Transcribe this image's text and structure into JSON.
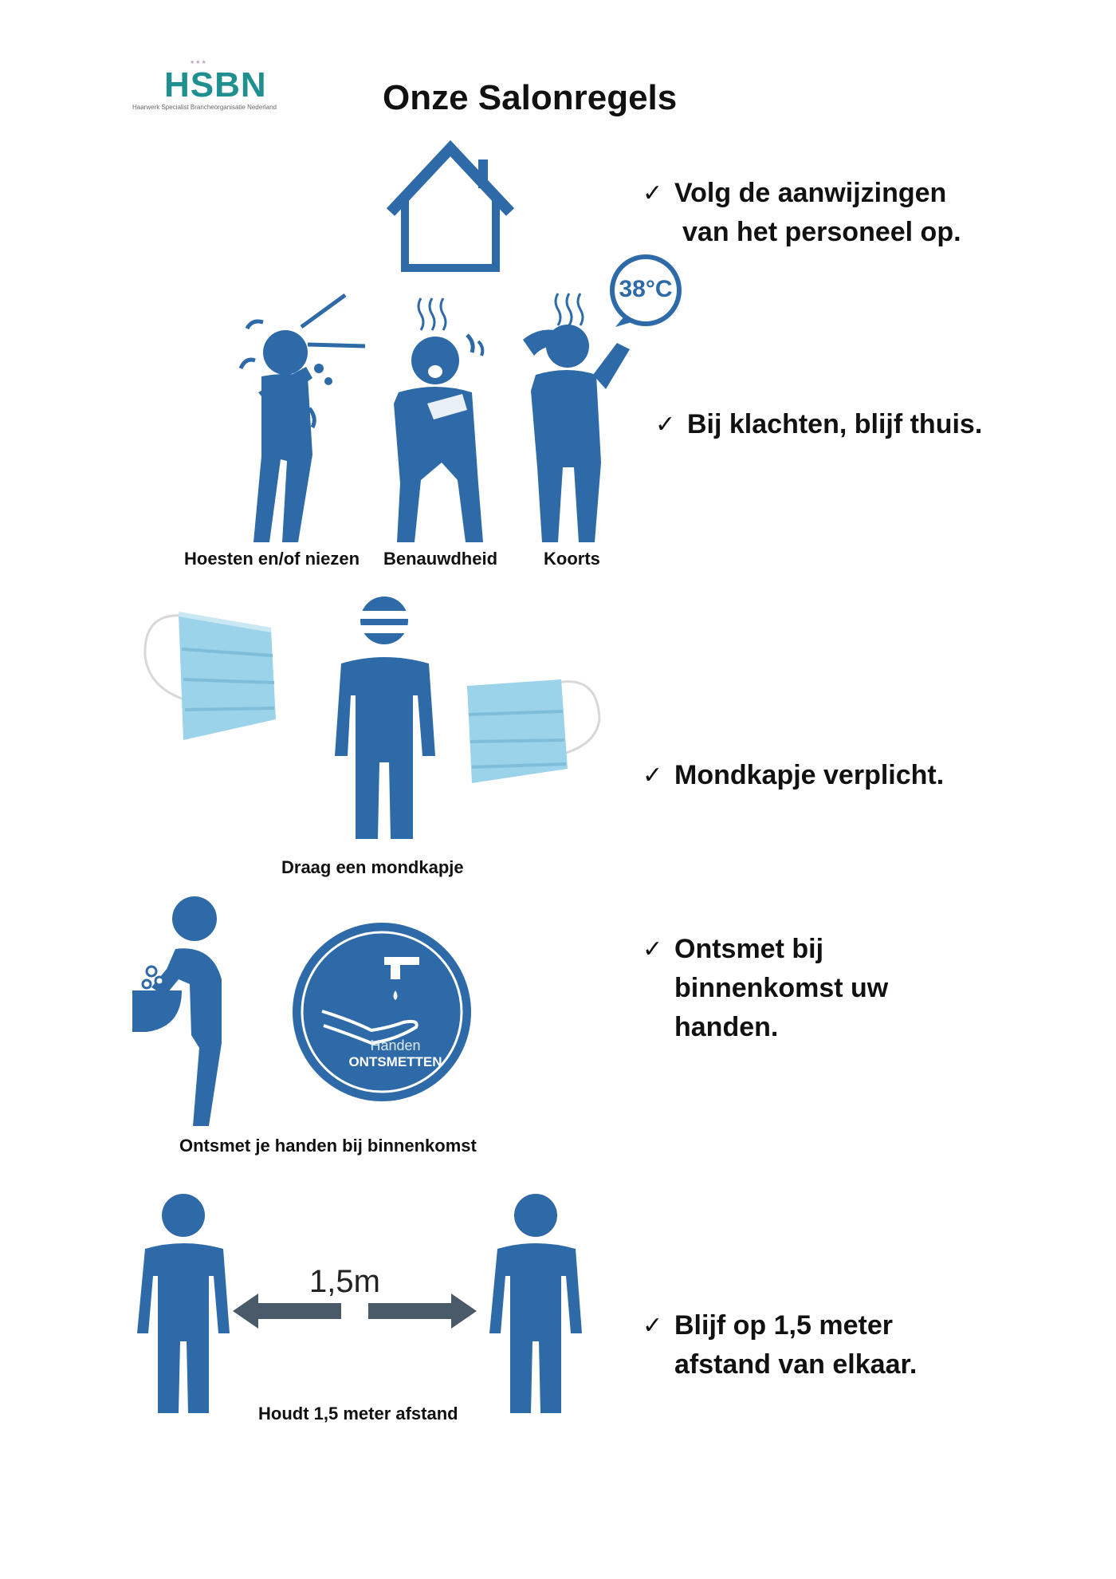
{
  "header": {
    "logo_text": "HSBN",
    "logo_subtitle": "Haarwerk Specialist Brancheorganisatie Nederland",
    "title": "Onze Salonregels"
  },
  "colors": {
    "icon_blue": "#2e6aa8",
    "logo_teal": "#1f8f8f",
    "mask_blue": "#9bd3ea"
  },
  "rules": [
    {
      "line1": "Volg de aanwijzingen",
      "line2": "van het personeel op."
    },
    {
      "line1": "Bij klachten, blijf thuis."
    },
    {
      "line1": "Mondkapje verplicht."
    },
    {
      "line1": "Ontsmet bij",
      "line2": "binnenkomst uw",
      "line3": "handen."
    },
    {
      "line1": "Blijf op 1,5 meter",
      "line2": "afstand van elkaar."
    }
  ],
  "captions": {
    "cough": "Hoesten en/of niezen",
    "breath": "Benauwdheid",
    "fever": "Koorts",
    "mask": "Draag een mondkapje",
    "wash": "Ontsmet je handen bij binnenkomst",
    "distance": "Houdt 1,5 meter afstand"
  },
  "icons": {
    "thermometer_badge": "38°C",
    "sign_line1": "Handen",
    "sign_line2": "ONTSMETTEN",
    "distance_value": "1,5m"
  },
  "symbols": {
    "check": "✓"
  }
}
